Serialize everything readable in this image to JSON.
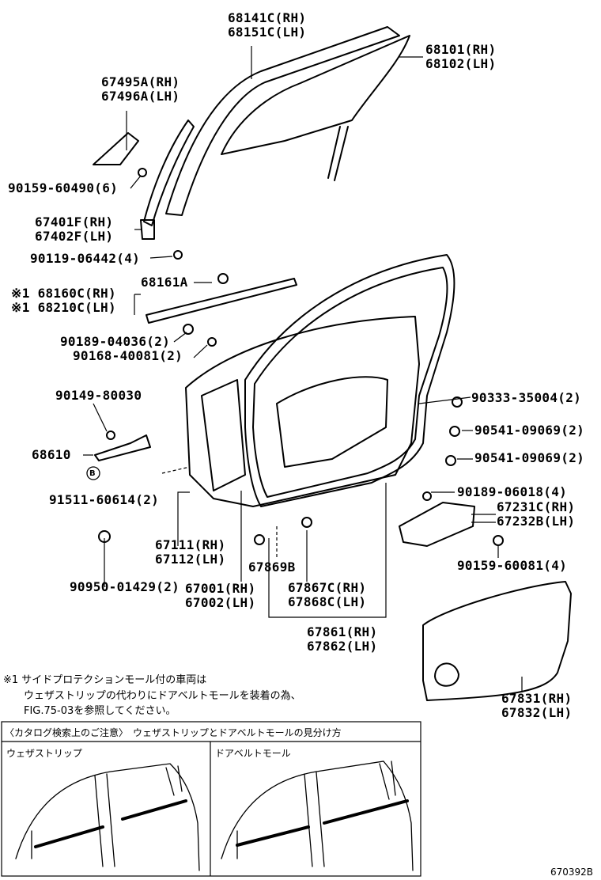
{
  "labels": {
    "p68141": [
      "68141C(RH)",
      "68151C(LH)"
    ],
    "p68101": [
      "68101(RH)",
      "68102(LH)"
    ],
    "p67495": [
      "67495A(RH)",
      "67496A(LH)"
    ],
    "p90159_60490": "90159-60490(6)",
    "p67401": [
      "67401F(RH)",
      "67402F(LH)"
    ],
    "p90119": "90119-06442(4)",
    "p68160": [
      "※1 68160C(RH)",
      "※1 68210C(LH)"
    ],
    "p68161": "68161A",
    "p90189_04036": "90189-04036(2)",
    "p90168": "90168-40081(2)",
    "p90149": "90149-80030",
    "p68610": "68610",
    "p91511": "91511-60614(2)",
    "p90950": "90950-01429(2)",
    "p67111": [
      "67111(RH)",
      "67112(LH)"
    ],
    "p67001": [
      "67001(RH)",
      "67002(LH)"
    ],
    "p67869": "67869B",
    "p67867": [
      "67867C(RH)",
      "67868C(LH)"
    ],
    "p67861": [
      "67861(RH)",
      "67862(LH)"
    ],
    "p90333": "90333-35004(2)",
    "p90541a": "90541-09069(2)",
    "p90541b": "90541-09069(2)",
    "p90189_06018": "90189-06018(4)",
    "p67231": [
      "67231C(RH)",
      "67232B(LH)"
    ],
    "p90159_60081": "90159-60081(4)",
    "p67831": [
      "67831(RH)",
      "67832(LH)"
    ],
    "circleB": "B"
  },
  "note": {
    "line1": "※1 サイドプロテクションモール付の車両は",
    "line2": "ウェザストリップの代わりにドアベルトモールを装着の為、",
    "line3": "FIG.75-03を参照してください。"
  },
  "panel": {
    "header": "〈カタログ検索上のご注意〉　ウェザストリップとドアベルトモールの見分け方",
    "left_title": "ウェザストリップ",
    "right_title": "ドアベルトモール"
  },
  "figure_code": "670392B"
}
